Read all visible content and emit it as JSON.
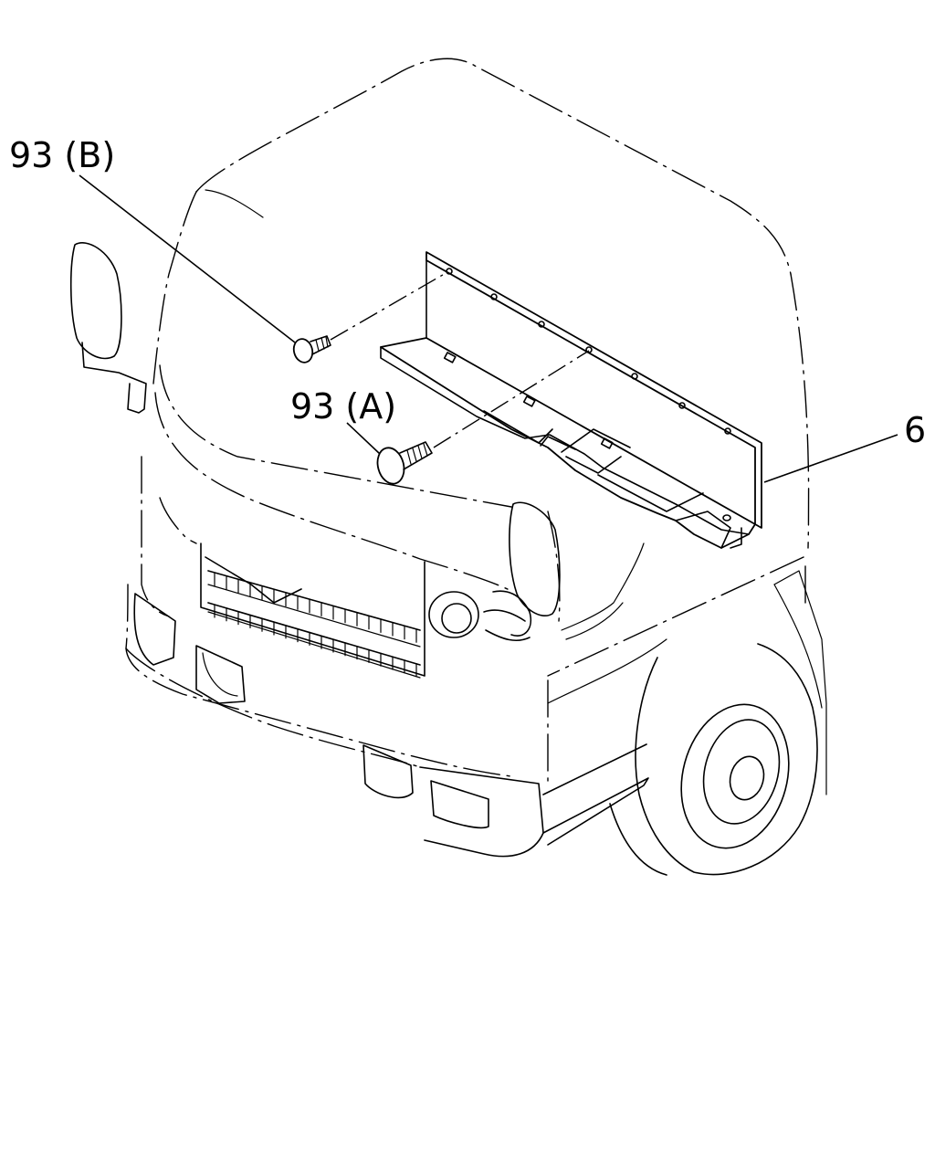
{
  "callouts": [
    {
      "id": "b",
      "label": "93 (B)"
    },
    {
      "id": "a",
      "label": "93 (A)"
    },
    {
      "id": "panel",
      "label": "6"
    }
  ]
}
